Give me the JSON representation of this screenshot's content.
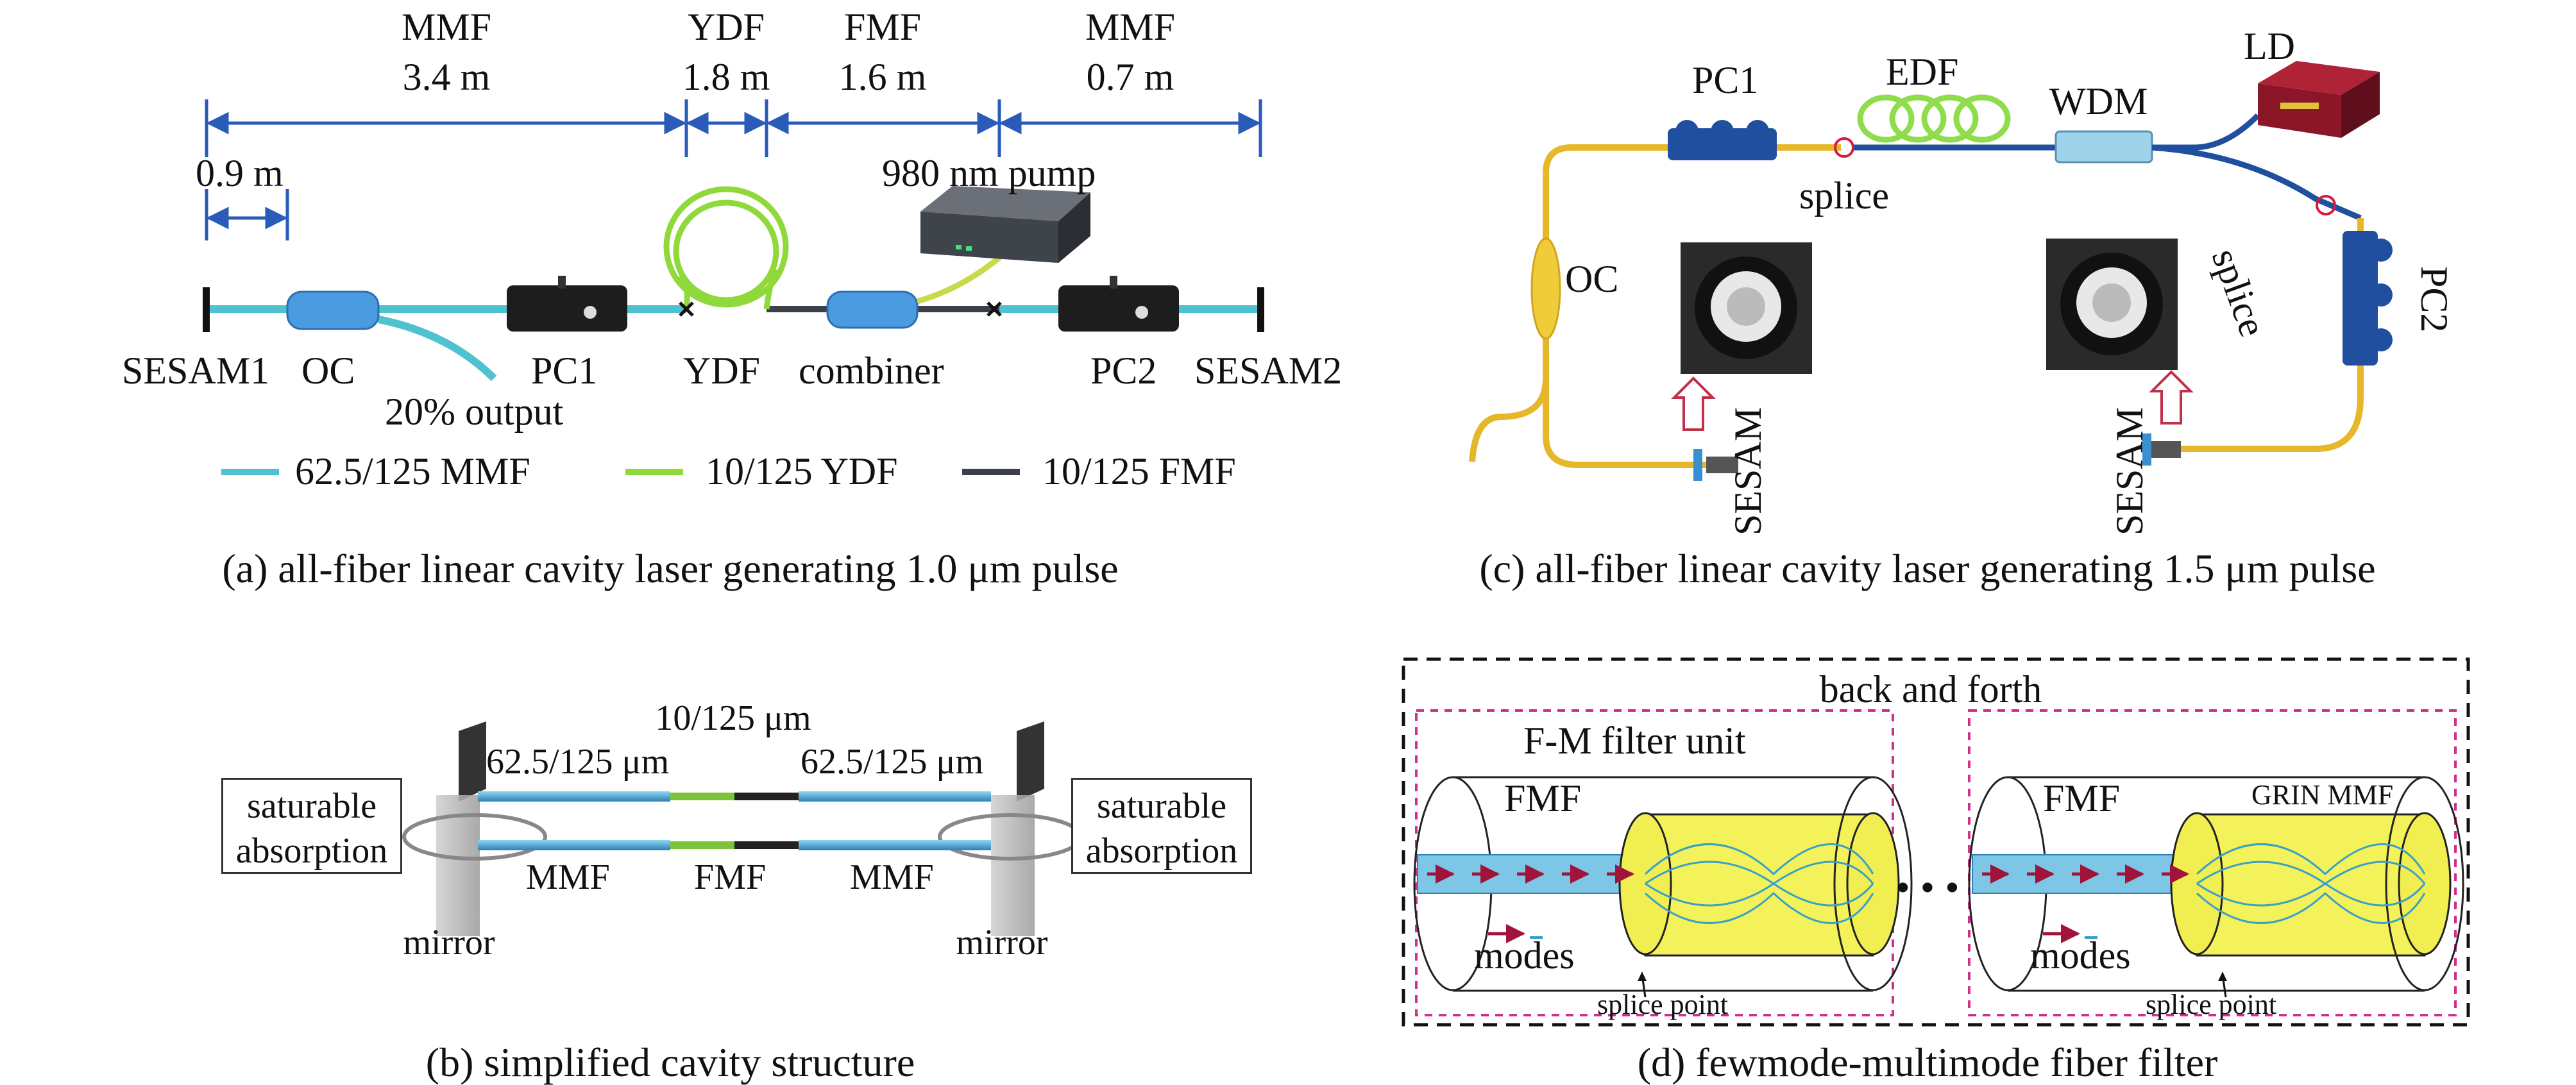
{
  "panel_a": {
    "segments": [
      {
        "name": "MMF",
        "length": "3.4 m"
      },
      {
        "name": "YDF",
        "length": "1.8 m"
      },
      {
        "name": "FMF",
        "length": "1.6 m"
      },
      {
        "name": "MMF",
        "length": "0.7 m"
      }
    ],
    "small_length": "0.9 m",
    "pump_label": "980 nm pump",
    "components": [
      "SESAM1",
      "OC",
      "PC1",
      "YDF",
      "combiner",
      "PC2",
      "SESAM2"
    ],
    "output_label": "20% output",
    "legend": [
      {
        "label": "62.5/125 MMF",
        "color": "#4fc1cf"
      },
      {
        "label": "10/125 YDF",
        "color": "#8fd93a"
      },
      {
        "label": "10/125 FMF",
        "color": "#3a3f48"
      }
    ],
    "caption": "(a) all-fiber linear cavity laser generating 1.0 μm pulse"
  },
  "panel_b": {
    "core_label": "10/125 μm",
    "left_fiber_label": "62.5/125 μm",
    "right_fiber_label": "62.5/125 μm",
    "bottom_labels": [
      "MMF",
      "FMF",
      "MMF"
    ],
    "left_box": [
      "saturable",
      "absorption"
    ],
    "right_box": [
      "saturable",
      "absorption"
    ],
    "mirror_left": "mirror",
    "mirror_right": "mirror",
    "caption": "(b) simplified cavity structure"
  },
  "panel_c": {
    "labels": {
      "pc1": "PC1",
      "edf": "EDF",
      "wdm": "WDM",
      "ld": "LD",
      "splice_left": "splice",
      "splice_right": "splice",
      "oc": "OC",
      "pc2": "PC2",
      "sesam_left": "SESAM",
      "sesam_right": "SESAM"
    },
    "colors": {
      "fiber_yellow": "#e6b729",
      "fiber_blue": "#1f4f9e",
      "edf_green": "#8fdc4c",
      "ld_red": "#8a1628"
    },
    "caption": "(c) all-fiber linear cavity laser generating 1.5 μm pulse"
  },
  "panel_d": {
    "top_label": "back and forth",
    "unit_label": "F-M filter unit",
    "left_fmf": "FMF",
    "right_fmf": "FMF",
    "grin_label": "GRIN MMF",
    "modes_left": "modes",
    "modes_right": "modes",
    "splice_left": "splice point",
    "splice_right": "splice point",
    "ellipsis": "• • •",
    "caption": "(d) fewmode-multimode fiber filter"
  }
}
